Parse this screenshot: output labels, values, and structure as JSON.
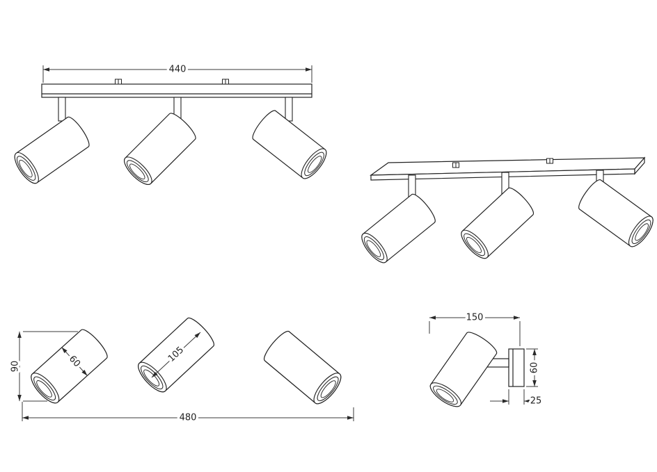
{
  "drawing": {
    "type": "technical-dimension-drawing",
    "line_color": "#222222",
    "dim_color": "#3a3a3a",
    "background": "#ffffff",
    "views": {
      "front": {
        "bar_width": "440"
      },
      "perspective": {},
      "side": {
        "height": "90",
        "head_diameter": "60",
        "head_length": "105",
        "overall_width": "480"
      },
      "detail": {
        "projection": "150",
        "canopy_diameter": "60",
        "canopy_depth": "25"
      }
    }
  }
}
